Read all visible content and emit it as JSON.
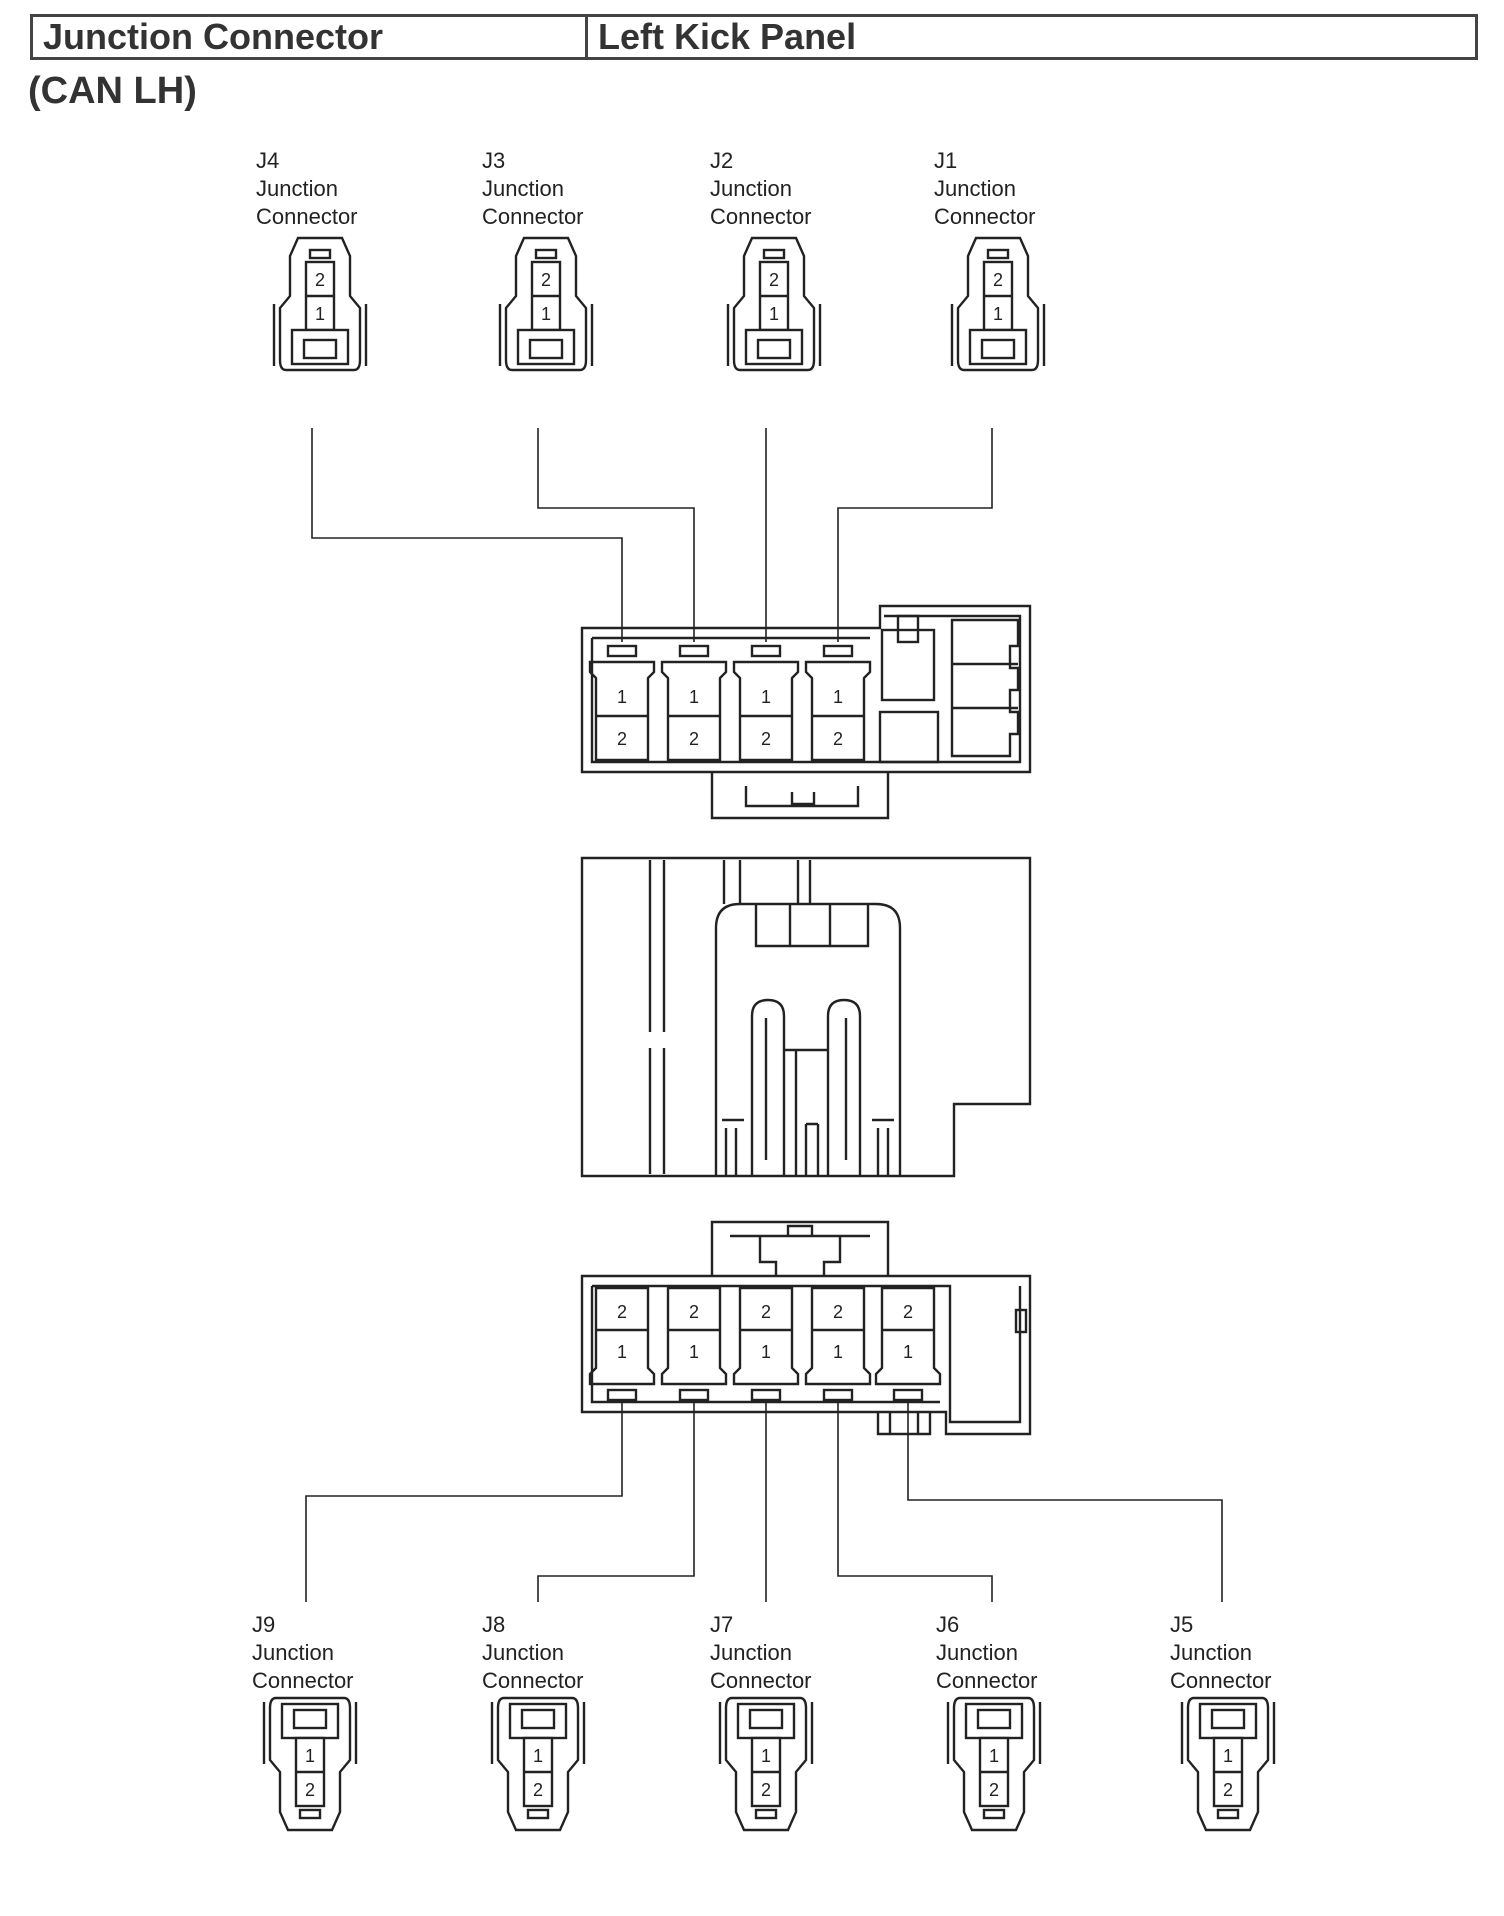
{
  "header": {
    "left_title": "Junction Connector",
    "right_title": "Left Kick Panel"
  },
  "subtitle": "(CAN LH)",
  "top_connectors": [
    {
      "id": "J4",
      "line1": "Junction",
      "line2": "Connector",
      "pins": [
        "2",
        "1"
      ]
    },
    {
      "id": "J3",
      "line1": "Junction",
      "line2": "Connector",
      "pins": [
        "2",
        "1"
      ]
    },
    {
      "id": "J2",
      "line1": "Junction",
      "line2": "Connector",
      "pins": [
        "2",
        "1"
      ]
    },
    {
      "id": "J1",
      "line1": "Junction",
      "line2": "Connector",
      "pins": [
        "2",
        "1"
      ]
    }
  ],
  "bottom_connectors": [
    {
      "id": "J9",
      "line1": "Junction",
      "line2": "Connector",
      "pins": [
        "1",
        "2"
      ]
    },
    {
      "id": "J8",
      "line1": "Junction",
      "line2": "Connector",
      "pins": [
        "1",
        "2"
      ]
    },
    {
      "id": "J7",
      "line1": "Junction",
      "line2": "Connector",
      "pins": [
        "1",
        "2"
      ]
    },
    {
      "id": "J6",
      "line1": "Junction",
      "line2": "Connector",
      "pins": [
        "1",
        "2"
      ]
    },
    {
      "id": "J5",
      "line1": "Junction",
      "line2": "Connector",
      "pins": [
        "1",
        "2"
      ]
    }
  ],
  "upper_block_pins": {
    "row1": [
      "1",
      "1",
      "1",
      "1"
    ],
    "row2": [
      "2",
      "2",
      "2",
      "2"
    ]
  },
  "lower_block_pins": {
    "row1": [
      "2",
      "2",
      "2",
      "2",
      "2"
    ],
    "row2": [
      "1",
      "1",
      "1",
      "1",
      "1"
    ]
  }
}
